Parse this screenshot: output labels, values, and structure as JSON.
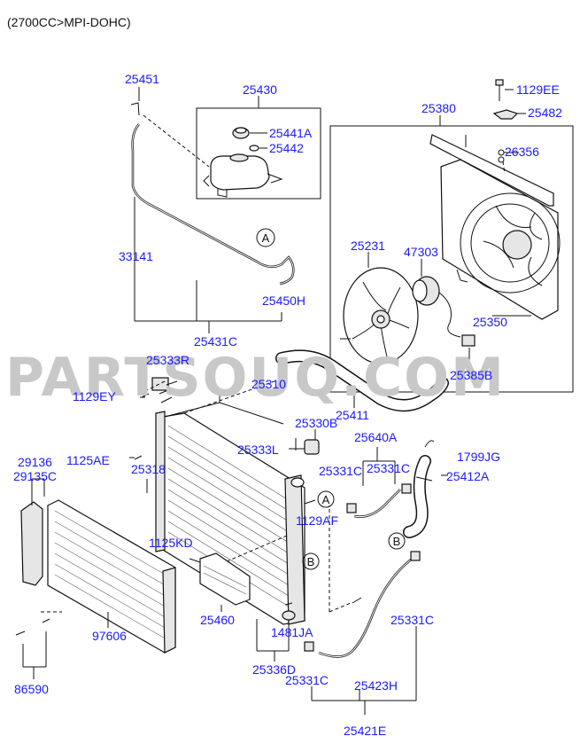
{
  "header": {
    "engine": "(2700CC>MPI-DOHC)"
  },
  "watermark": {
    "text": "PARTSOUQ.COM",
    "color": "#c8c8c8"
  },
  "colors": {
    "part_label": "#1a1aff",
    "line": "#111111",
    "background": "#ffffff"
  },
  "callouts": {
    "a": "A",
    "b": "B"
  },
  "parts": {
    "p25451": "25451",
    "p25430": "25430",
    "p25441A": "25441A",
    "p25442": "25442",
    "p33141": "33141",
    "p25450H": "25450H",
    "p25431C": "25431C",
    "p1129EE": "1129EE",
    "p25482": "25482",
    "p25380": "25380",
    "p26356": "26356",
    "p25231": "25231",
    "p47303": "47303",
    "p25350": "25350",
    "p25385B": "25385B",
    "p25333R": "25333R",
    "p1129EY": "1129EY",
    "p25310": "25310",
    "p25330B": "25330B",
    "p25411": "25411",
    "p1125AE": "1125AE",
    "p25318": "25318",
    "p25333L": "25333L",
    "p25640A": "25640A",
    "p1799JG": "1799JG",
    "p25331C_1": "25331C",
    "p25331C_2": "25331C",
    "p25412A": "25412A",
    "p1129AF": "1129AF",
    "p29136": "29136",
    "p29135C": "29135C",
    "p1125KD": "1125KD",
    "p25460": "25460",
    "p1481JA": "1481JA",
    "p25331C_3": "25331C",
    "p25336D": "25336D",
    "p25331C_4": "25331C",
    "p25423H": "25423H",
    "p97606": "97606",
    "p86590": "86590",
    "p25421E": "25421E"
  }
}
